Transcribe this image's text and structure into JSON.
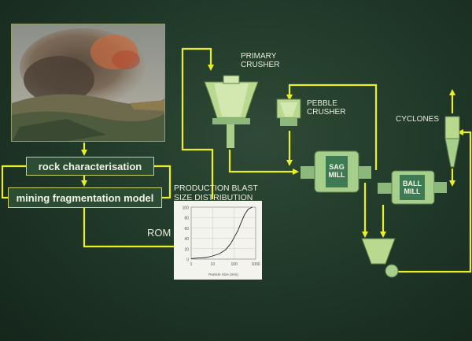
{
  "photo": {
    "alt": ""
  },
  "boxes": {
    "rock": "rock characterisation",
    "frag": "mining fragmentation model"
  },
  "labels": {
    "primary_crusher": [
      "PRIMARY",
      "CRUSHER"
    ],
    "pebble_crusher": [
      "PEBBLE",
      "CRUSHER"
    ],
    "cyclones": "CYCLONES",
    "blast_dist": [
      "PRODUCTION BLAST",
      "SIZE DISTRIBUTION"
    ],
    "rom": "ROM",
    "sag_mill": [
      "SAG",
      "MILL"
    ],
    "ball_mill": [
      "BALL",
      "MILL"
    ]
  },
  "colors": {
    "arrow": "#e8ee2a",
    "equipment": "#b9d98e",
    "equipment_dark": "#7fa868",
    "mill_body": "#a6cf8c",
    "mill_panel": "#3e7a54"
  },
  "chart_data": {
    "type": "line",
    "title": "",
    "xlabel": "Particle Size (mm)",
    "ylabel": "",
    "xscale": "log",
    "xlim": [
      1,
      1000
    ],
    "ylim": [
      0,
      100
    ],
    "x_ticks": [
      "1",
      "10",
      "100",
      "1000"
    ],
    "y_ticks": [
      "0",
      "20",
      "40",
      "60",
      "80",
      "100"
    ],
    "grid": true,
    "series": [
      {
        "values": [
          [
            1,
            1
          ],
          [
            5,
            3
          ],
          [
            10,
            6
          ],
          [
            20,
            10
          ],
          [
            40,
            18
          ],
          [
            70,
            30
          ],
          [
            100,
            42
          ],
          [
            150,
            55
          ],
          [
            200,
            68
          ],
          [
            300,
            85
          ],
          [
            450,
            96
          ],
          [
            700,
            100
          ]
        ]
      }
    ]
  }
}
